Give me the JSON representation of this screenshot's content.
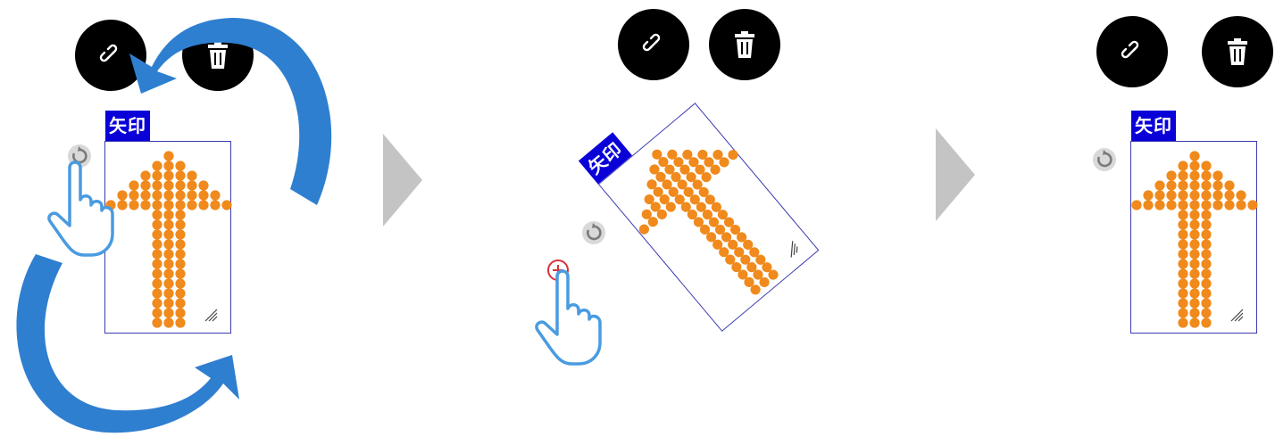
{
  "label": "矢印",
  "icons": {
    "link": "link-icon",
    "delete": "trash-icon",
    "rotate": "rotate-icon",
    "resize": "resize-grip-icon",
    "hand": "pointing-hand-icon",
    "add": "plus-circle-icon",
    "next": "next-step-icon"
  },
  "colors": {
    "tag_bg": "#0a00d8",
    "dot": "#f08a1c",
    "frame": "#3b3bb0",
    "rotation_arrow": "#2f7fd0",
    "step_arrow": "#c4c4c4"
  },
  "steps": [
    {
      "state": "upright",
      "rotation_deg": 0
    },
    {
      "state": "rotating",
      "rotation_deg": -40
    },
    {
      "state": "upright",
      "rotation_deg": 0
    }
  ]
}
